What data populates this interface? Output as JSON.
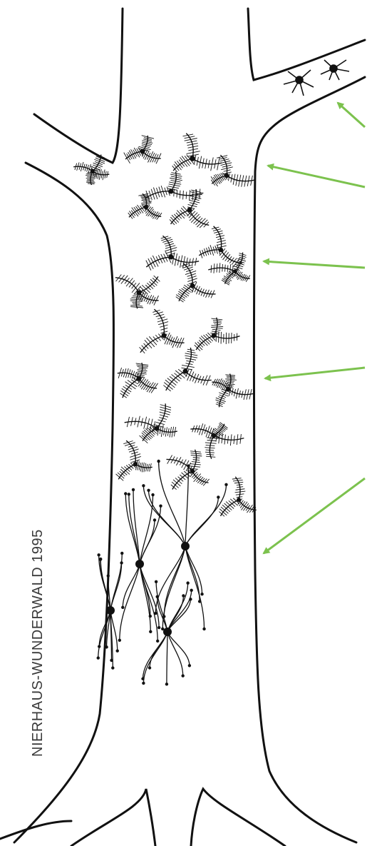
{
  "credit": "NIERHAUS-WUNDERWALD 1995",
  "colors": {
    "ink": "#111111",
    "arrow": "#7cc24e",
    "background": "#ffffff"
  },
  "groups": {
    "branch_cells": "branch-ant-cells",
    "upper_cells": "upper-feathery-cells",
    "middle_cells": "middle-feathery-cells",
    "lower_cells": "lower-feathery-cells",
    "base_cells": "base-long-legged-cells"
  }
}
